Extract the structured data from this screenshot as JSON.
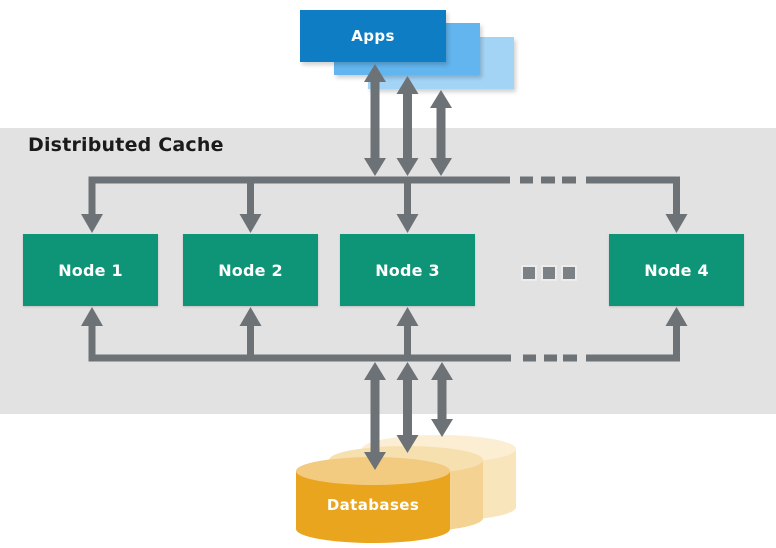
{
  "diagram": {
    "title": "Distributed Cache",
    "apps": {
      "label": "Apps"
    },
    "cache_nodes": [
      {
        "label": "Node 1"
      },
      {
        "label": "Node 2"
      },
      {
        "label": "Node 3"
      },
      {
        "label": "Node 4"
      }
    ],
    "databases": {
      "label": "Databases"
    }
  },
  "icons": {
    "node_row_ellipsis": "three-gray-squares",
    "top_line_gap_dashes": "three-gray-dashes",
    "bottom_line_gap_dashes": "three-gray-dashes",
    "apps_cache_link": "double-headed-vertical-arrows-x3",
    "cache_db_link": "double-headed-vertical-arrows-x3",
    "distribution_arrows": "right-angle-lines-with-down-and-up-arrowheads"
  },
  "colors": {
    "app_front": "#0E7DC4",
    "app_middle": "#62B5EF",
    "app_back": "#A3D4F6",
    "node_green": "#0E9477",
    "band": "#E2E2E2",
    "arrow": "#6D7277",
    "dots": "#7C8186",
    "db_front": "#E9A51D",
    "db_front_top": "#F2CA80",
    "db_middle": "#F3D292",
    "db_middle_top": "#F7E0B0",
    "db_back": "#F8E5BB",
    "db_back_top": "#FBEED3",
    "title": "#1A1A1A"
  }
}
